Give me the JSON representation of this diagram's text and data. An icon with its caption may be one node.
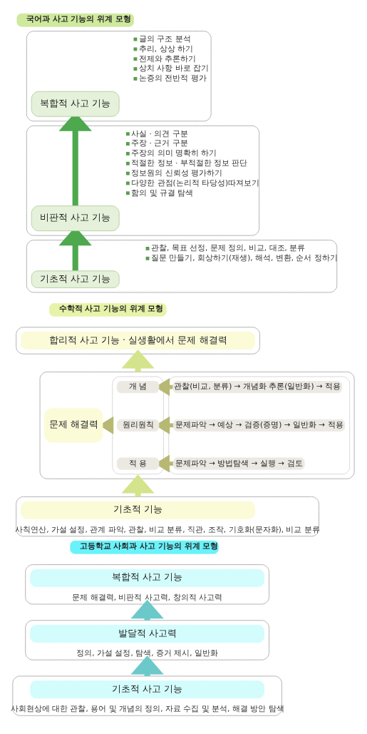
{
  "diagram": {
    "nodes": [
      {
        "text": [
          "국어과 사고 기능의 위계 모형"
        ]
      },
      {
        "text": [
          "글의 구조 분석",
          "추리, 상상 하기",
          "전제와 추론하기",
          "상치 사항 바로 잡기",
          "논증의 전반적 평가"
        ]
      },
      {
        "text": [
          "복합적 사고 기능"
        ],
        "in": 1
      },
      {
        "text": [
          "사실 · 의견 구분",
          "주장 · 근거 구분",
          "주장의 의미 명확히 하기",
          "적절한 정보 · 부적절한 정보 판단",
          "정보원의 신뢰성 평가하기",
          "다양한 관점(논리적 타당성)따져보기",
          "함의 및 규결 탐색"
        ]
      },
      {
        "text": [
          "비판적 사고 기능"
        ],
        "in": 3
      },
      {
        "text": [
          "관찰, 목표 선정, 문제 정의, 비교, 대조, 분류",
          "질문 만들기, 회상하기(재생), 해석, 변환, 순서 정하기"
        ]
      },
      {
        "text": [
          "기초적 사고 기능"
        ],
        "in": 5
      },
      {
        "text": [
          "수학적 사고 기능의 위계 모형"
        ]
      },
      {
        "text": [],
        "shape": "box"
      },
      {
        "text": [
          "합리적 사고 기능 · 실생활에서 문제 해결력"
        ],
        "in": 8
      },
      {
        "text": [],
        "shape": "box"
      },
      {
        "text": [
          "문제 해결력"
        ],
        "in": 10
      },
      {
        "text": [],
        "shape": "box",
        "in": 10
      },
      {
        "text": [
          "개 념"
        ],
        "in": 12
      },
      {
        "text": [
          "원리원칙"
        ],
        "in": 12
      },
      {
        "text": [
          "적 용"
        ],
        "in": 12
      },
      {
        "text": [],
        "shape": "box",
        "in": 10
      },
      {
        "text": [
          "관찰(비교, 분류) → 개념화 추론(일반화) → 적용"
        ],
        "in": 16
      },
      {
        "text": [
          "문제파악 → 예상 → 검증(증명) → 일반화 → 적용"
        ],
        "in": 16
      },
      {
        "text": [
          "문제파악 → 방법탐색 → 실행 → 검토"
        ],
        "in": 16
      },
      {
        "text": [
          "사칙연산, 가설 설정, 관계 파악, 관찰, 비교 분류, 직관, 조작, 기호화(문자화), 비교 분류"
        ]
      },
      {
        "text": [
          "기초적 기능"
        ],
        "in": 20
      },
      {
        "text": [
          "고등학교 사회과 사고 기능의 위계 모형"
        ]
      },
      {
        "text": [
          "문제 해결력, 비판적 사고력, 창의적 사고력"
        ]
      },
      {
        "text": [
          "복합적 사고 기능"
        ],
        "in": 23
      },
      {
        "text": [
          "정의, 가설 설정, 탐색, 증거 제시, 일반화"
        ]
      },
      {
        "text": [
          "발달적 사고력"
        ],
        "in": 25
      },
      {
        "text": [
          "사회현상에 대한 관찰, 용어 및 개념의 정의, 자료 수집 및 분석, 해결 방안 탐색"
        ]
      },
      {
        "text": [
          "기초적 사고 기능"
        ],
        "in": 27
      }
    ],
    "edges": [
      {
        "from": 6,
        "to": 4,
        "arrow": "to",
        "color": "#4ea84e"
      },
      {
        "from": 4,
        "to": 2,
        "arrow": "to",
        "color": "#4ea84e"
      },
      {
        "from": 20,
        "to": 10,
        "arrow": "to",
        "color": "#d4e48c"
      },
      {
        "from": 10,
        "to": 8,
        "arrow": "to",
        "color": "#d4e48c"
      },
      {
        "from": 12,
        "to": 11,
        "arrow": "to"
      },
      {
        "from": 17,
        "to": 13,
        "arrow": "to"
      },
      {
        "from": 18,
        "to": 14,
        "arrow": "to"
      },
      {
        "from": 19,
        "to": 15,
        "arrow": "to"
      },
      {
        "from": 27,
        "to": 25,
        "arrow": "to",
        "color": "#6cc9c9"
      },
      {
        "from": 25,
        "to": 23,
        "arrow": "to",
        "color": "#6cc9c9"
      }
    ]
  }
}
